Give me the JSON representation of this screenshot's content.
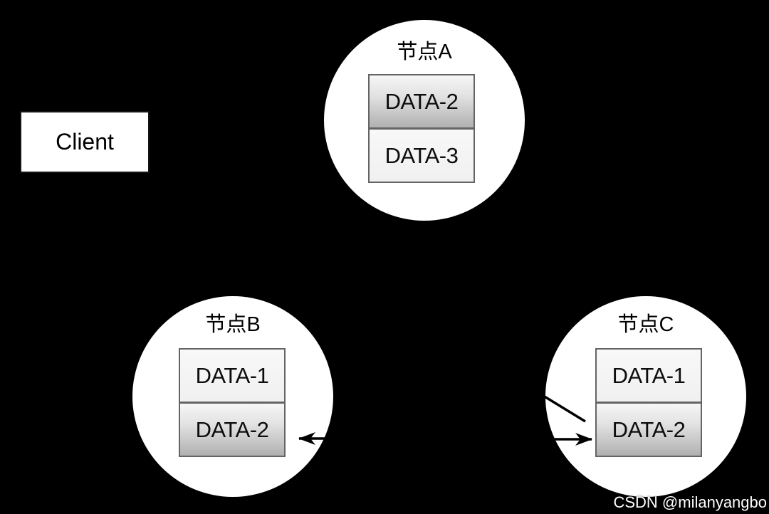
{
  "client": {
    "label": "Client"
  },
  "nodes": [
    {
      "id": "node-a",
      "label": "节点A",
      "items": [
        {
          "label": "DATA-2",
          "style": "gradient"
        },
        {
          "label": "DATA-3",
          "style": "flat"
        }
      ]
    },
    {
      "id": "node-b",
      "label": "节点B",
      "items": [
        {
          "label": "DATA-1",
          "style": "flat"
        },
        {
          "label": "DATA-2",
          "style": "gradient"
        }
      ]
    },
    {
      "id": "node-c",
      "label": "节点C",
      "items": [
        {
          "label": "DATA-1",
          "style": "flat"
        },
        {
          "label": "DATA-2",
          "style": "gradient"
        }
      ]
    }
  ],
  "arrows": [
    {
      "name": "arrow-into-node-b-data-2",
      "direction": "left",
      "target": "节点B DATA-2"
    },
    {
      "name": "arrow-into-node-c-data-2",
      "direction": "right",
      "target": "节点C DATA-2"
    },
    {
      "name": "diagonal-line-into-node-c",
      "direction": "down-right",
      "target": "节点C DATA-2"
    }
  ],
  "watermark": {
    "text": "CSDN @milanyangbo"
  },
  "colors": {
    "background": "#000000",
    "circle_fill": "#ffffff",
    "box_border": "#646464",
    "box_flat_top": "#f8f8f8",
    "box_flat_bottom": "#f0f0f0",
    "box_gradient_top": "#f6f6f6",
    "box_gradient_bottom": "#b0b0b0",
    "line_color": "#000000",
    "text_color": "#000000",
    "watermark_color": "#ffffff"
  }
}
